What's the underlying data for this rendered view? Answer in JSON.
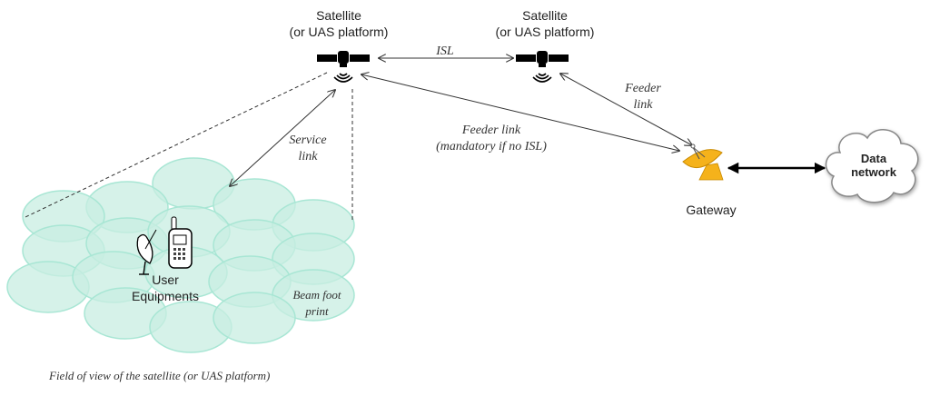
{
  "satellite_left": {
    "line1": "Satellite",
    "line2": "(or UAS platform)"
  },
  "satellite_right": {
    "line1": "Satellite",
    "line2": "(or UAS platform)"
  },
  "isl_label": "ISL",
  "feeder_link_right": {
    "line1": "Feeder",
    "line2": "link"
  },
  "feeder_link_left": {
    "line1": "Feeder link",
    "line2": "(mandatory if no ISL)"
  },
  "service_link": {
    "line1": "Service",
    "line2": "link"
  },
  "gateway_label": "Gateway",
  "data_network": {
    "line1": "Data",
    "line2": "network"
  },
  "user_equipments": {
    "line1": "User",
    "line2": "Equipments"
  },
  "beam_footprint": {
    "line1": "Beam foot",
    "line2": "print"
  },
  "caption": "Field of view of the satellite (or UAS platform)",
  "colors": {
    "beam_fill": "#c8eee2",
    "beam_stroke": "#a8e6d4",
    "gateway": "#f5b21b",
    "line": "#333333"
  }
}
